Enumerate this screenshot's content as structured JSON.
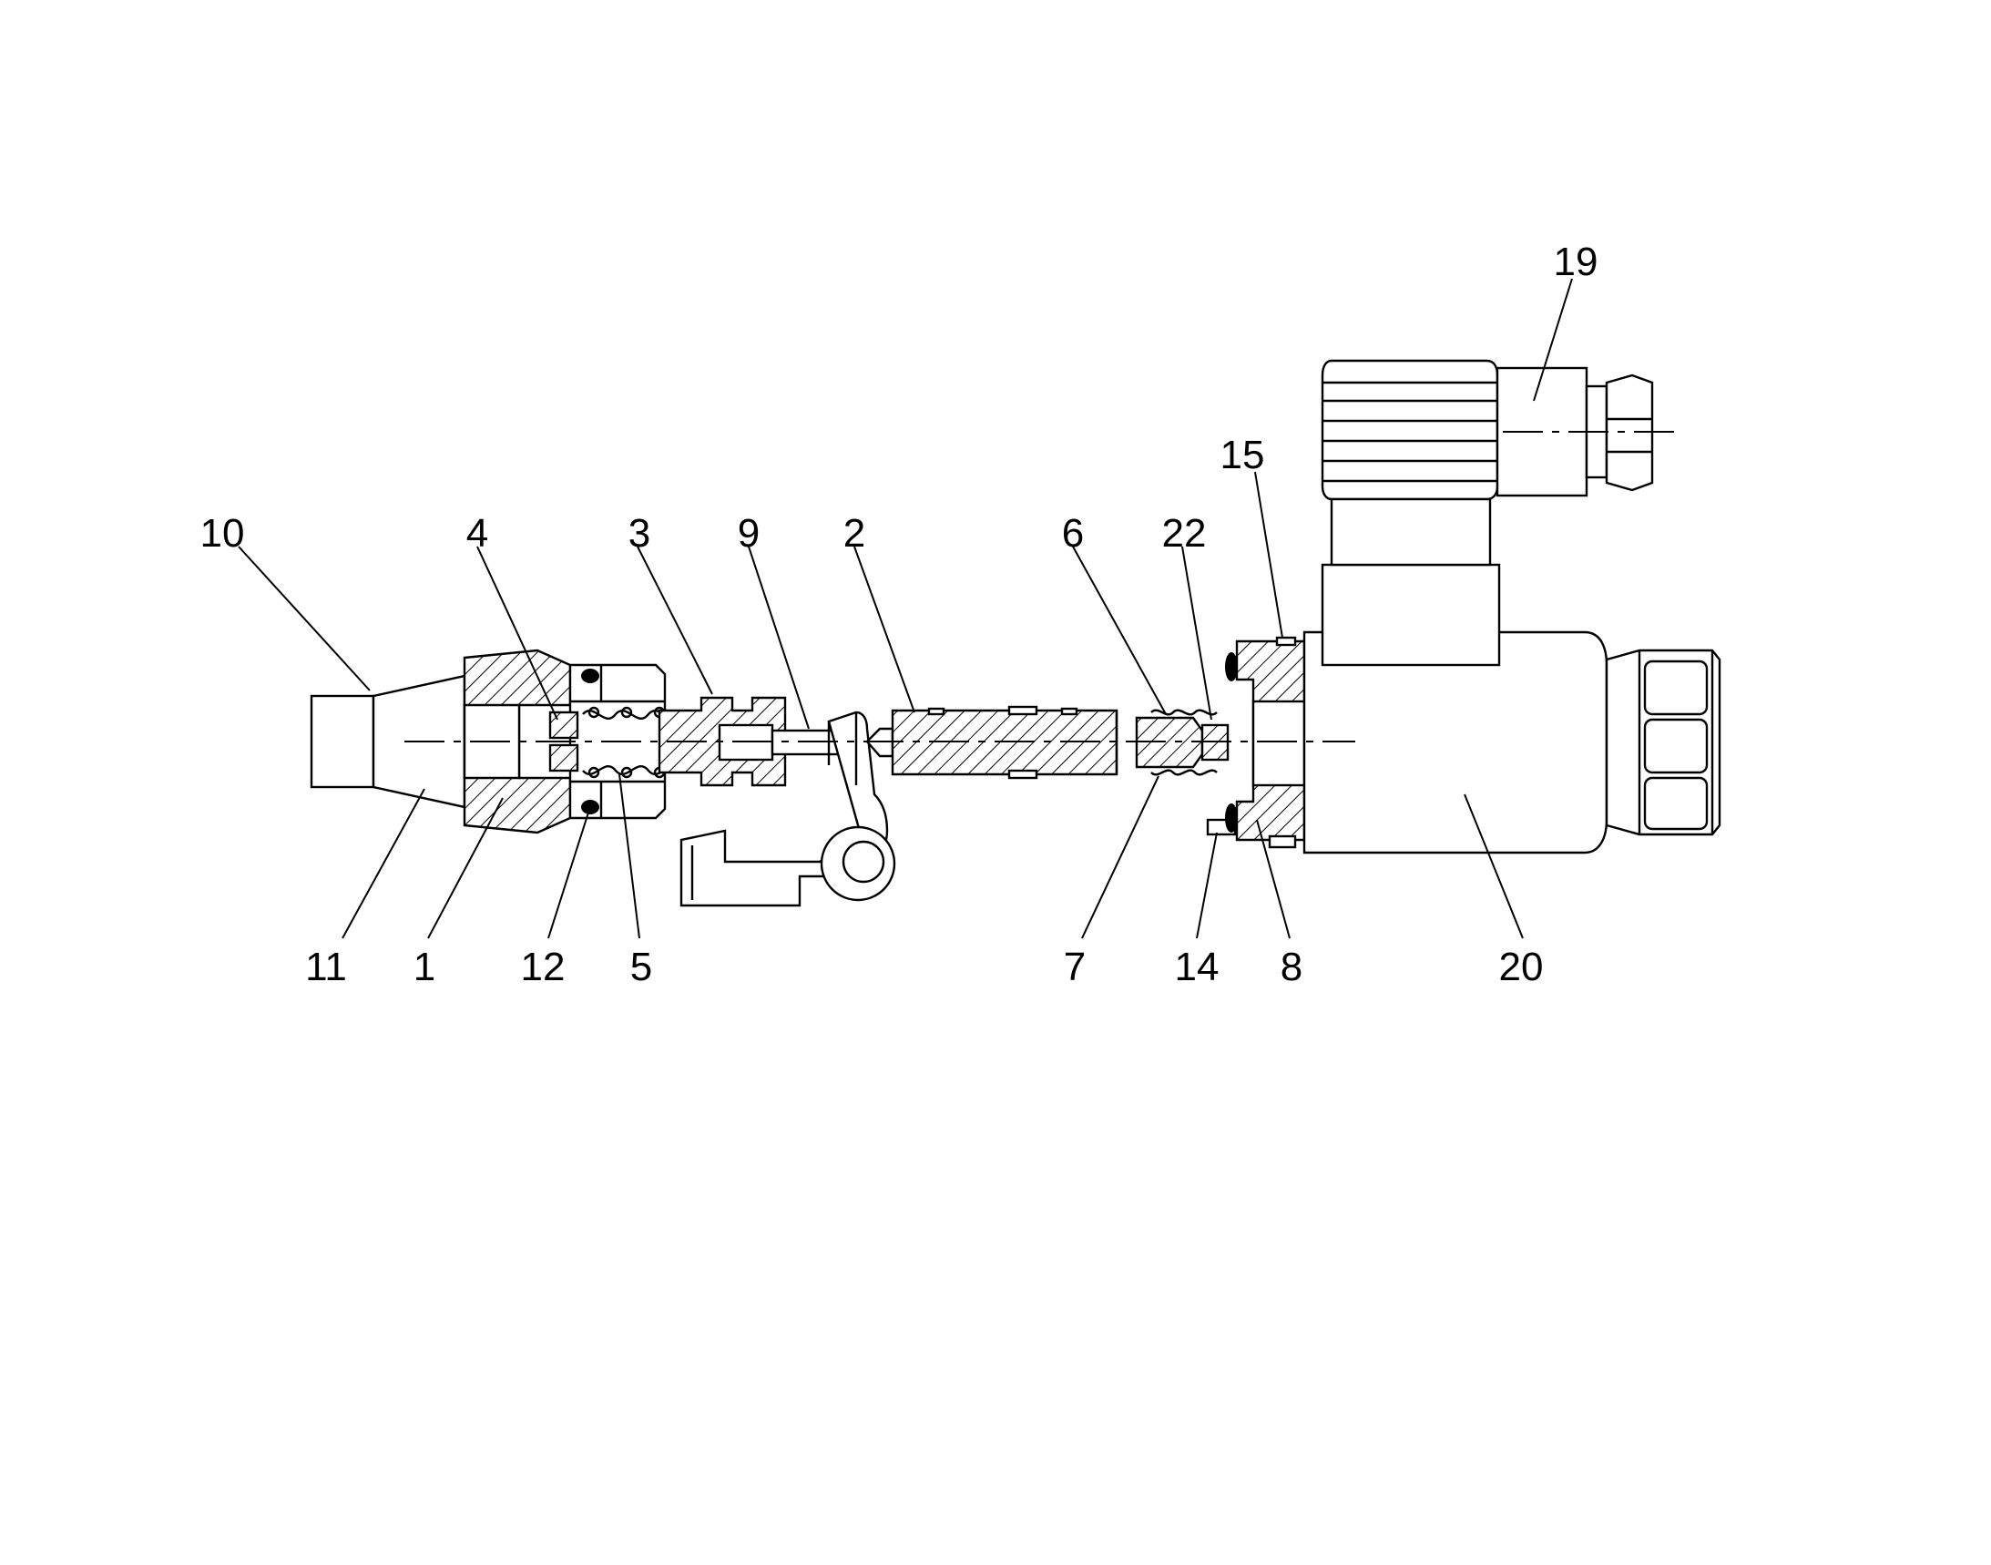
{
  "diagram": {
    "callouts": [
      {
        "id": "10",
        "label": "10"
      },
      {
        "id": "4",
        "label": "4"
      },
      {
        "id": "3",
        "label": "3"
      },
      {
        "id": "9",
        "label": "9"
      },
      {
        "id": "2",
        "label": "2"
      },
      {
        "id": "6",
        "label": "6"
      },
      {
        "id": "22",
        "label": "22"
      },
      {
        "id": "15",
        "label": "15"
      },
      {
        "id": "19",
        "label": "19"
      },
      {
        "id": "11",
        "label": "11"
      },
      {
        "id": "1",
        "label": "1"
      },
      {
        "id": "12",
        "label": "12"
      },
      {
        "id": "5",
        "label": "5"
      },
      {
        "id": "7",
        "label": "7"
      },
      {
        "id": "14",
        "label": "14"
      },
      {
        "id": "8",
        "label": "8"
      },
      {
        "id": "20",
        "label": "20"
      }
    ]
  }
}
